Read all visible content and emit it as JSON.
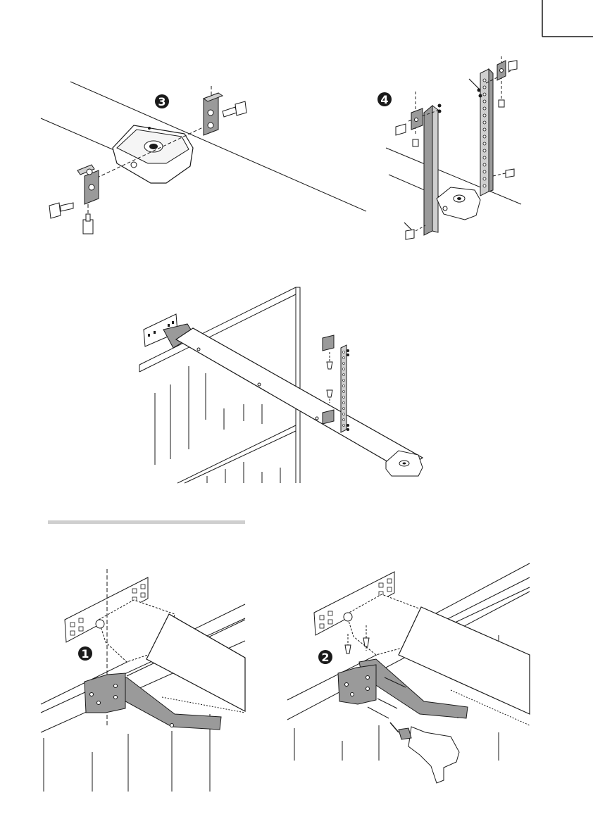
{
  "steps": {
    "step3": "3",
    "step4": "4",
    "step1": "1",
    "step2": "2"
  },
  "colors": {
    "line": "#1a1a1a",
    "metal": "#9a9a9a",
    "metal_light": "#cfcfcf",
    "badge": "#1a1a1a",
    "rule": "#cfcfcf"
  }
}
